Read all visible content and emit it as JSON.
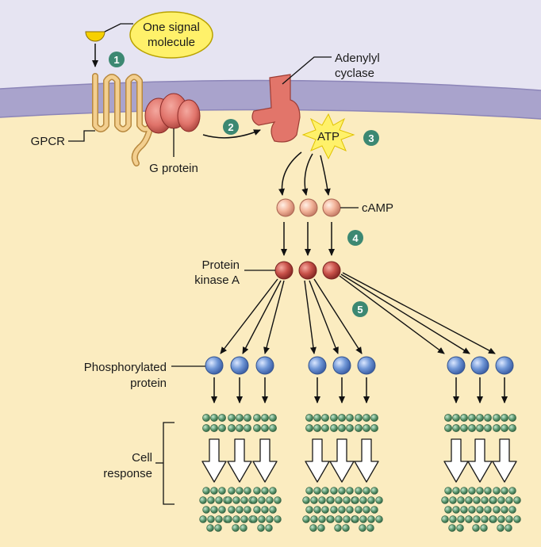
{
  "labels": {
    "signal_line1": "One signal",
    "signal_line2": "molecule",
    "adenylyl_line1": "Adenylyl",
    "adenylyl_line2": "cyclase",
    "gpcr": "GPCR",
    "g_protein": "G protein",
    "atp": "ATP",
    "camp": "cAMP",
    "pka_line1": "Protein",
    "pka_line2": "kinase A",
    "phospho_line1": "Phosphorylated",
    "phospho_line2": "protein",
    "cell_line1": "Cell",
    "cell_line2": "response"
  },
  "steps": [
    "1",
    "2",
    "3",
    "4",
    "5"
  ],
  "colors": {
    "cytoplasm": "#fbecc0",
    "extracellular": "#e6e4f2",
    "membrane": "#a9a3cc",
    "signal_bubble": "#fff16a",
    "gpcr": "#f3cf8f",
    "g_protein": "#e0736a",
    "adenylyl_cyclase": "#e2756a",
    "camp": "#f3b49a",
    "pka": "#c9524a",
    "phosphorylated_protein": "#6f96d6",
    "response_molecule": "#5f9a72",
    "step_badge": "#3c8872"
  }
}
